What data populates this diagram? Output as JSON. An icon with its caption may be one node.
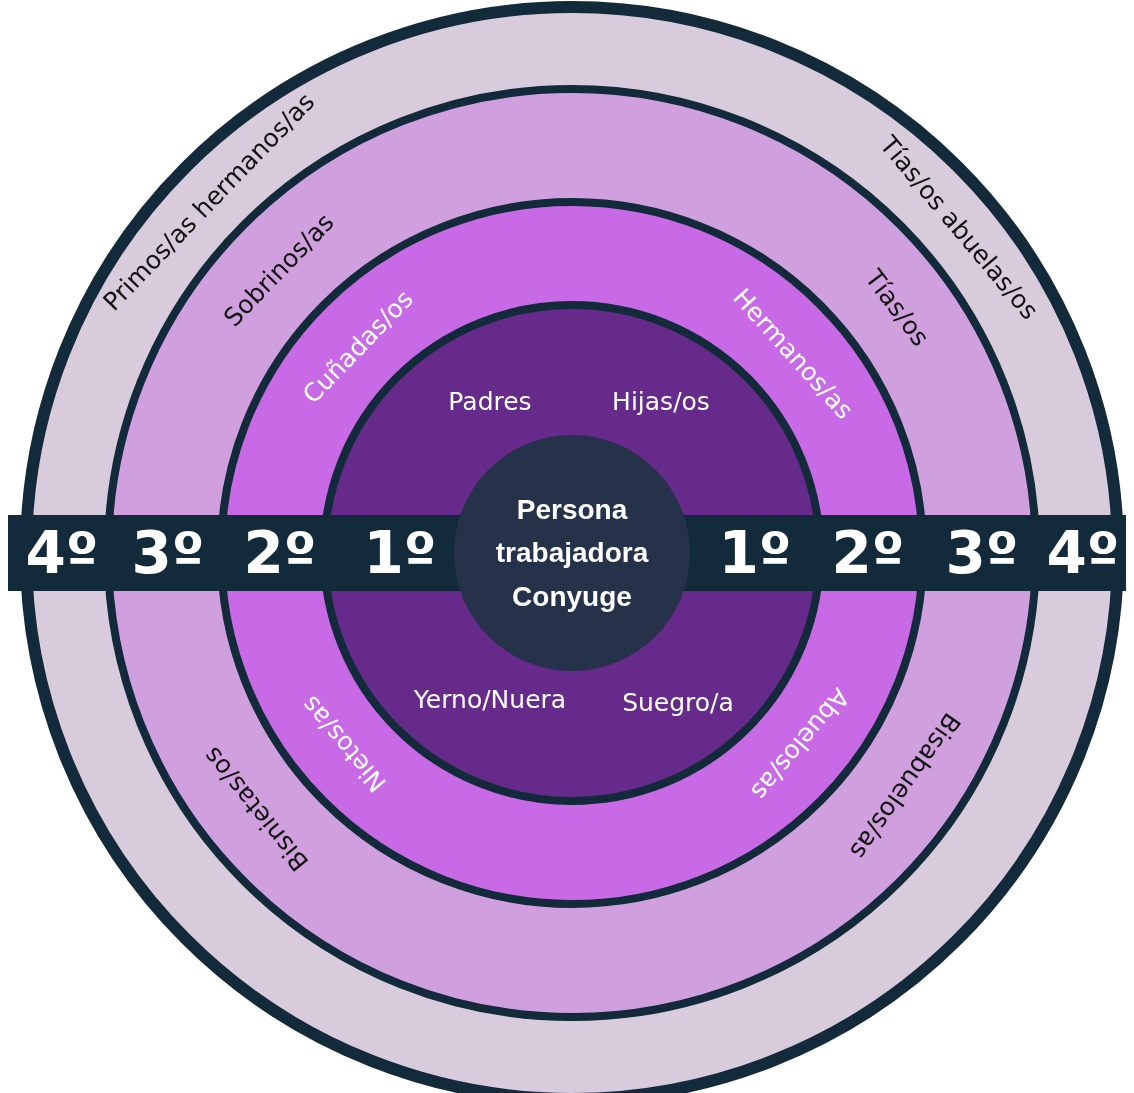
{
  "diagram": {
    "nodes": [
      {
        "text": [
          "Padres",
          "Hijas/os",
          "Yerno/Nuera",
          "Suegro/a"
        ]
      },
      {
        "text": [
          "Persona trabajadora Conyuge"
        ],
        "in": 0
      }
    ],
    "labels": [
      "Primos/as hermanos/as",
      "Tías/os abuelas/os",
      "Sobrinos/as",
      "Tías/os",
      "Cuñadas/os",
      "Hermanos/as",
      "4º",
      "3º",
      "2º",
      "1º",
      "1º",
      "2º",
      "3º",
      "4º",
      "Nietos/as",
      "Abuelos/as",
      "Bisnietas/os",
      "Bisabuelos/as"
    ]
  }
}
